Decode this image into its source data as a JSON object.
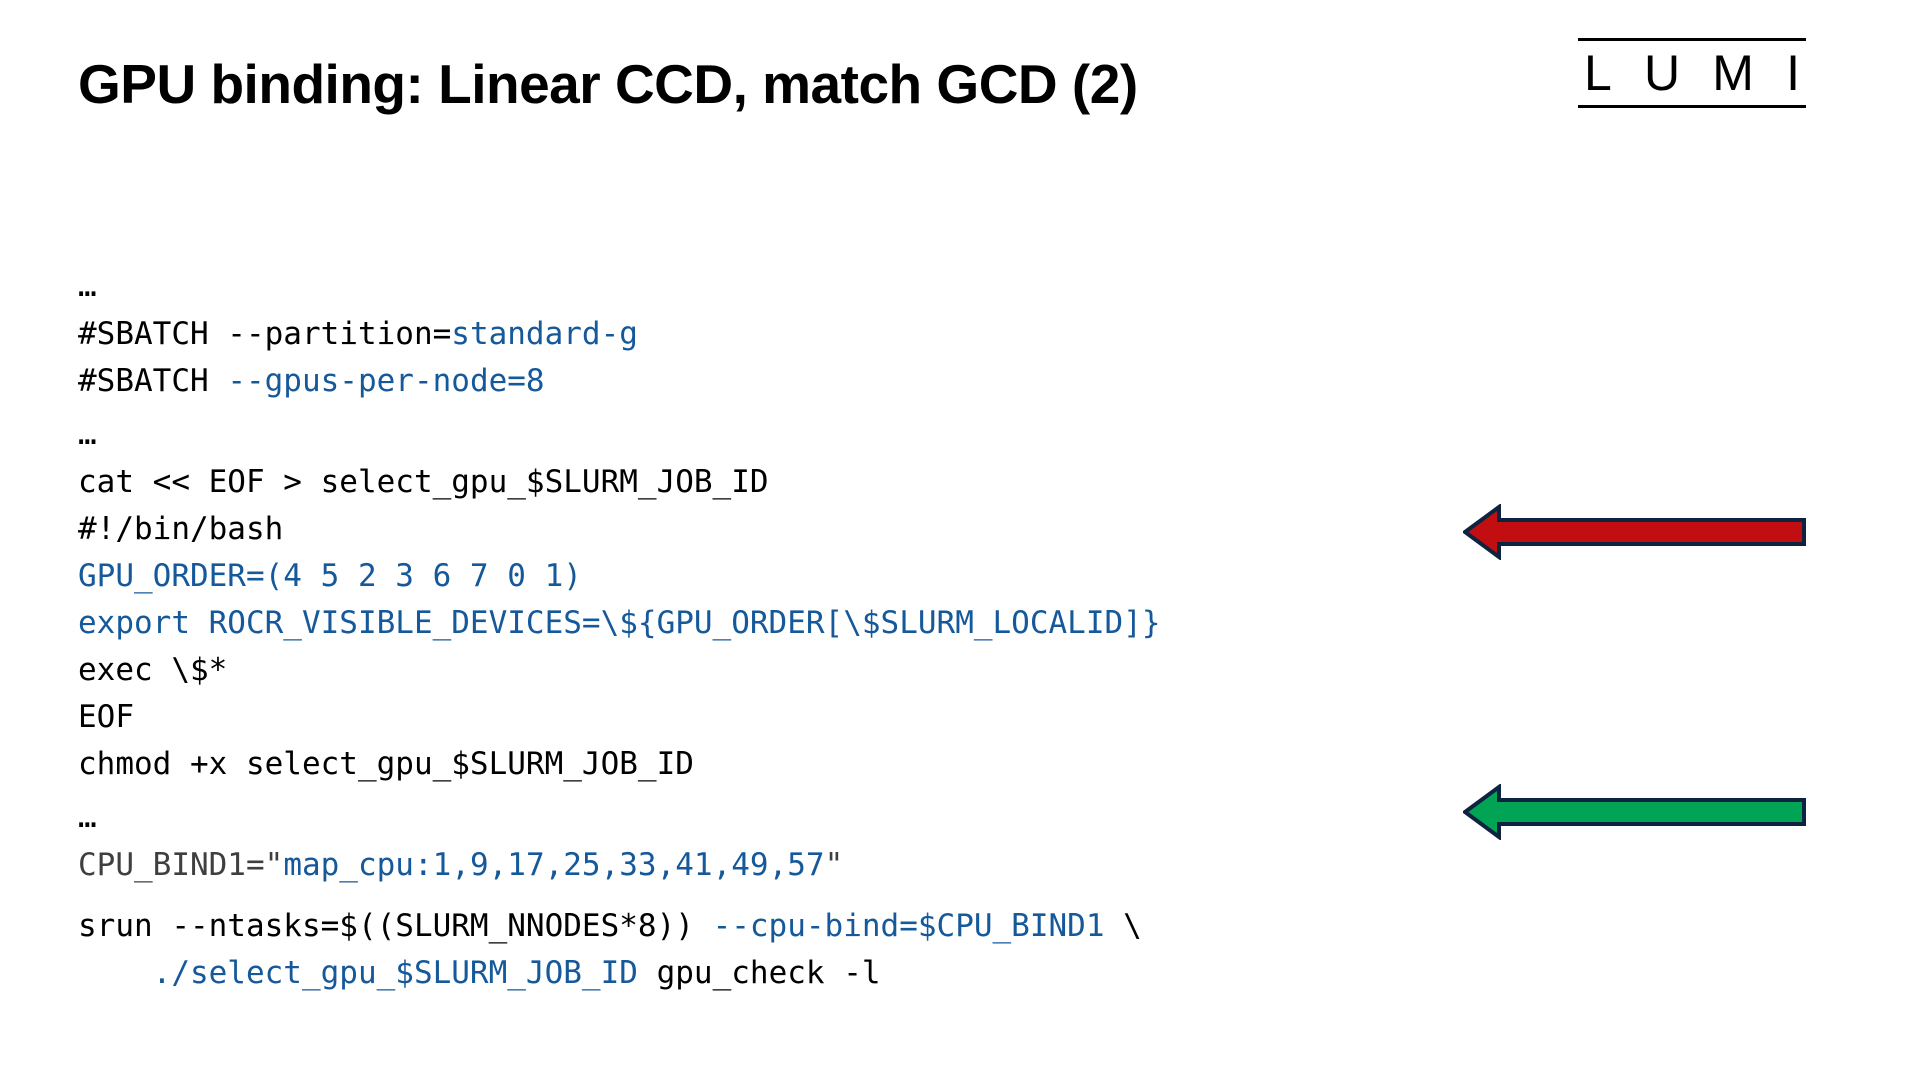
{
  "slide": {
    "title": "GPU binding: Linear CCD, match GCD (2)",
    "logo": {
      "letters": [
        "L",
        "U",
        "M",
        "I"
      ],
      "name": "LUMI"
    }
  },
  "colors": {
    "text": "#000000",
    "accent_blue": "#15599B",
    "grey": "#3f3f3f",
    "arrow_red": "#C20E11",
    "arrow_green": "#00A454",
    "arrow_outline": "#0D2340"
  },
  "code": {
    "lines": [
      {
        "id": "l01",
        "type": "ellipsis",
        "segments": [
          {
            "text": "…",
            "color": "black"
          }
        ]
      },
      {
        "id": "l02",
        "type": "code",
        "segments": [
          {
            "text": "#SBATCH --partition=",
            "color": "black"
          },
          {
            "text": "standard-g",
            "color": "blue"
          }
        ]
      },
      {
        "id": "l03",
        "type": "code",
        "segments": [
          {
            "text": "#SBATCH ",
            "color": "black"
          },
          {
            "text": "--gpus-per-node=8",
            "color": "blue"
          }
        ]
      },
      {
        "id": "gap1",
        "type": "gap",
        "segments": []
      },
      {
        "id": "l04",
        "type": "ellipsis",
        "segments": [
          {
            "text": "…",
            "color": "black"
          }
        ]
      },
      {
        "id": "l05",
        "type": "code",
        "segments": [
          {
            "text": "cat << EOF > select_gpu_$SLURM_JOB_ID",
            "color": "black"
          }
        ]
      },
      {
        "id": "l06",
        "type": "code",
        "segments": [
          {
            "text": "#!/bin/bash",
            "color": "black"
          }
        ]
      },
      {
        "id": "l07",
        "type": "code",
        "segments": [
          {
            "text": "GPU_ORDER=(4 5 2 3 6 7 0 1)",
            "color": "blue"
          }
        ]
      },
      {
        "id": "l08",
        "type": "code",
        "segments": [
          {
            "text": "export ROCR_VISIBLE_DEVICES=\\${GPU_ORDER[\\$SLURM_LOCALID]}",
            "color": "blue"
          }
        ]
      },
      {
        "id": "l09",
        "type": "code",
        "segments": [
          {
            "text": "exec \\$*",
            "color": "black"
          }
        ]
      },
      {
        "id": "l10",
        "type": "code",
        "segments": [
          {
            "text": "EOF",
            "color": "black"
          }
        ]
      },
      {
        "id": "l11",
        "type": "code",
        "segments": [
          {
            "text": "chmod +x select_gpu_$SLURM_JOB_ID",
            "color": "black"
          }
        ]
      },
      {
        "id": "gap2",
        "type": "gap",
        "segments": []
      },
      {
        "id": "l12",
        "type": "ellipsis",
        "segments": [
          {
            "text": "…",
            "color": "black"
          }
        ]
      },
      {
        "id": "l13",
        "type": "code",
        "segments": [
          {
            "text": "CPU_BIND1=\"",
            "color": "grey"
          },
          {
            "text": "map_cpu:1,9,17,25,33,41,49,57",
            "color": "blue"
          },
          {
            "text": "\"",
            "color": "grey"
          }
        ]
      },
      {
        "id": "gap3",
        "type": "gap",
        "segments": []
      },
      {
        "id": "l14",
        "type": "code",
        "segments": [
          {
            "text": "srun --ntasks=$((SLURM_NNODES*8))",
            "color": "black"
          },
          {
            "text": " --cpu-bind=$CPU_BIND1",
            "color": "blue"
          },
          {
            "text": " \\",
            "color": "black"
          }
        ]
      },
      {
        "id": "l15",
        "type": "code",
        "segments": [
          {
            "text": "    ./select_gpu_$SLURM_JOB_ID",
            "color": "blue"
          },
          {
            "text": " gpu_check -l",
            "color": "black"
          }
        ]
      }
    ]
  },
  "annotations": [
    {
      "id": "arrow-red",
      "name": "red-left-arrow",
      "label": "Red arrow pointing at GPU_ORDER line",
      "direction": "left",
      "fill": "#C20E11",
      "stroke": "#0D2340"
    },
    {
      "id": "arrow-green",
      "name": "green-left-arrow",
      "label": "Green arrow pointing at CPU_BIND1 line",
      "direction": "left",
      "fill": "#00A454",
      "stroke": "#0D2340"
    }
  ]
}
